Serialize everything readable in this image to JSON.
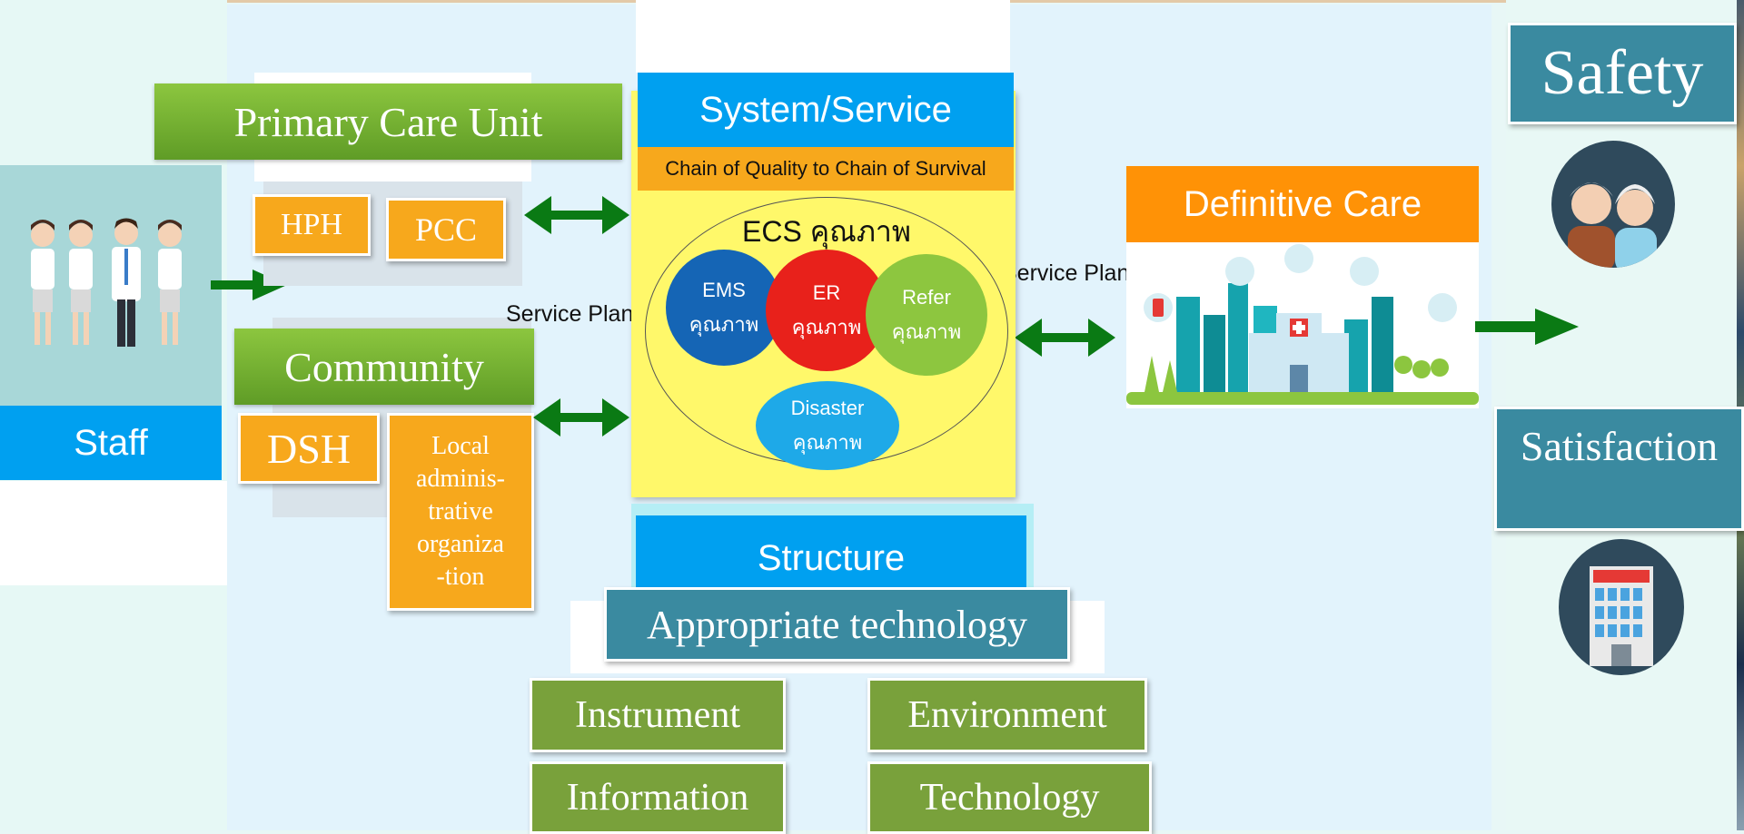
{
  "staff": {
    "label": "Staff"
  },
  "primary_care": {
    "title": "Primary Care Unit",
    "items": [
      "HPH",
      "PCC"
    ]
  },
  "community": {
    "title": "Community",
    "items": [
      "DSH",
      "Local adminis-trative organiza-tion"
    ],
    "local_lines": [
      "Local",
      "adminis-",
      "trative",
      "organiza",
      "-tion"
    ]
  },
  "system_service": {
    "title": "System/Service",
    "subtitle": "Chain of Quality to Chain of Survival",
    "ecs_label": "ECS คุณภาพ",
    "circles": [
      {
        "name": "EMS",
        "sub": "คุณภาพ",
        "color": "#1565b5"
      },
      {
        "name": "ER",
        "sub": "คุณภาพ",
        "color": "#e8211b"
      },
      {
        "name": "Refer",
        "sub": "คุณภาพ",
        "color": "#8dc63f"
      },
      {
        "name": "Disaster",
        "sub": "คุณภาพ",
        "color": "#1ea9e8"
      }
    ]
  },
  "service_plan_labels": [
    "Service Plan",
    "Service Plan"
  ],
  "definitive_care": {
    "title": "Definitive Care"
  },
  "structure": {
    "title": "Structure",
    "technology_header": "Appropriate technology",
    "items": [
      "Instrument",
      "Environment",
      "Information",
      "Technology"
    ]
  },
  "outcomes": {
    "safety": "Safety",
    "satisfaction": "Satisfaction"
  },
  "colors": {
    "green": "#8cc63f",
    "orange": "#f7a81c",
    "blue": "#00a0f0",
    "teal": "#3a8aa0",
    "olive": "#79a13b",
    "arrow": "#0a7a14",
    "yellow": "#fff86a"
  },
  "icons": [
    "staff-illustration",
    "hospital-city-illustration",
    "elderly-couple-icon",
    "hospital-building-icon"
  ]
}
